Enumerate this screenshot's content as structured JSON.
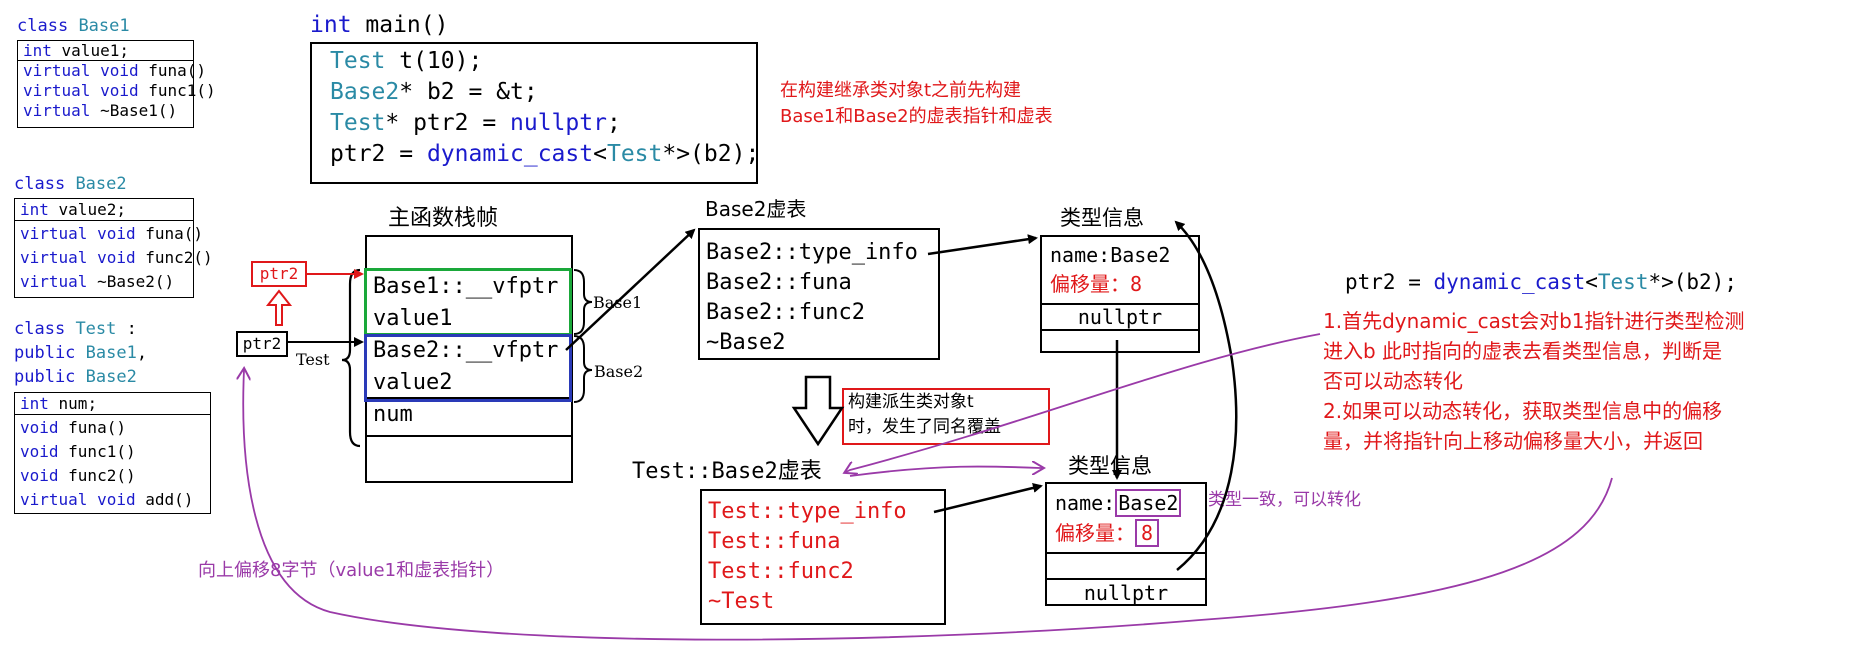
{
  "base1": {
    "title_kw": "class",
    "title_name": "Base1",
    "rows": [
      {
        "kw": "int",
        "rest": " value1;"
      },
      {
        "kw": "virtual void",
        "rest": " funa()"
      },
      {
        "kw": "virtual void",
        "rest": " func1()"
      },
      {
        "kw": "virtual",
        "rest": " ~Base1()"
      }
    ]
  },
  "base2": {
    "title_kw": "class",
    "title_name": "Base2",
    "rows": [
      {
        "kw": "int",
        "rest": " value2;"
      },
      {
        "kw": "virtual void",
        "rest": " funa()"
      },
      {
        "kw": "virtual void",
        "rest": " func2()"
      },
      {
        "kw": "virtual",
        "rest": " ~Base2()"
      }
    ]
  },
  "test_class": {
    "l1_kw": "class",
    "l1_name": "Test",
    "l1_rest": " :",
    "l2_kw": "public",
    "l2_name": "Base1",
    "l2_rest": ",",
    "l3_kw": "public",
    "l3_name": "Base2",
    "rows": [
      {
        "kw": "int",
        "rest": " num;"
      },
      {
        "kw": "void",
        "rest": " funa()"
      },
      {
        "kw": "void",
        "rest": " func1()"
      },
      {
        "kw": "void",
        "rest": " func2()"
      },
      {
        "kw": "virtual void",
        "rest": " add()"
      }
    ]
  },
  "main": {
    "header_kw": "int",
    "header_rest": " main()",
    "lines": [
      {
        "a": "Test",
        "b": " t(10);",
        "c": "",
        "d": ""
      },
      {
        "a": "Base2",
        "b": "* b2 = &t;",
        "c": "",
        "d": ""
      },
      {
        "a": "Test",
        "b": "* ptr2 = ",
        "c": "nullptr",
        "d": ";"
      },
      {
        "a": "",
        "b": "ptr2 = ",
        "c": "dynamic_cast",
        "d": "<",
        "e": "Test",
        "f": "*>(b2);"
      }
    ]
  },
  "note_construct": [
    "在构建继承类对象t之前先构建",
    "Base1和Base2的虚表指针和虚表"
  ],
  "stack": {
    "title": "主函数栈帧",
    "cells": [
      "",
      "Base1::__vfptr",
      "value1",
      "Base2::__vfptr",
      "value2",
      "num",
      ""
    ],
    "brace_base1": "Base1",
    "brace_base2": "Base2",
    "brace_test": "Test"
  },
  "ptr2_labels": {
    "red": "ptr2",
    "black": "ptr2"
  },
  "base2_vtable": {
    "title": "Base2虚表",
    "rows": [
      "Base2::type_info",
      "Base2::funa",
      "Base2::func2",
      "~Base2"
    ]
  },
  "type_info_1": {
    "title": "类型信息",
    "name_row": "name:Base2",
    "offset_label": "偏移量：",
    "offset_value": "8",
    "null_row": "nullptr"
  },
  "derive_note": [
    "构建派生类对象t",
    "时，发生了同名覆盖"
  ],
  "test_vtable": {
    "title": "Test::Base2虚表",
    "rows": [
      "Test::type_info",
      "Test::funa",
      "Test::func2",
      "~Test"
    ]
  },
  "type_info_2": {
    "title": "类型信息",
    "name_label": "name:",
    "name_value": "Base2",
    "offset_label": "偏移量：",
    "offset_value": "8",
    "null_row": "nullptr"
  },
  "consistent_note": "类型一致，可以转化",
  "right_code": {
    "a": "ptr2 = ",
    "b": "dynamic_cast",
    "c": "<",
    "d": "Test",
    "e": "*>(b2);"
  },
  "right_note": [
    "1.首先dynamic_cast会对b1指针进行类型检测",
    "进入b 此时指向的虚表去看类型信息，判断是",
    "否可以动态转化",
    "2.如果可以动态转化，获取类型信息中的偏移",
    "量，并将指针向上移动偏移量大小，并返回"
  ],
  "offset_note": "向上偏移8字节（value1和虚表指针）",
  "colors": {
    "keyword": "#1a1acc",
    "type": "#2a8aa5",
    "red": "#e0181a",
    "purple": "#9a3aa8",
    "green": "#1aa83a",
    "blue": "#2a3ab8"
  }
}
